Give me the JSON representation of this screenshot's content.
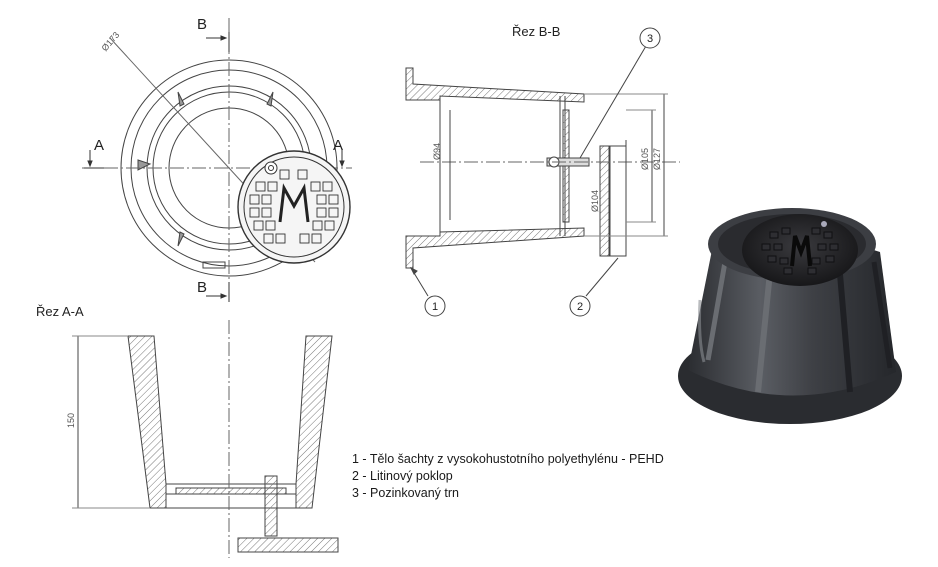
{
  "drawing": {
    "section_bb_title": "Řez B-B",
    "section_aa_title": "Řez A-A",
    "section_marker_a": "A",
    "section_marker_b": "B",
    "dimensions": {
      "d173": "Ø173",
      "d94": "Ø94",
      "d104": "Ø104",
      "d105": "Ø105",
      "d127": "Ø127",
      "h150": "150"
    },
    "balloons": [
      "1",
      "2",
      "3"
    ],
    "legend": [
      "1 - Tělo šachty z vysokohustotního polyethylénu - PEHD",
      "2 - Litinový poklop",
      "3 - Pozinkovaný trn"
    ]
  },
  "colors": {
    "line": "#444444",
    "hatch": "#777777",
    "body_dark": "#3a3c40",
    "lid": "#1f1f22"
  }
}
